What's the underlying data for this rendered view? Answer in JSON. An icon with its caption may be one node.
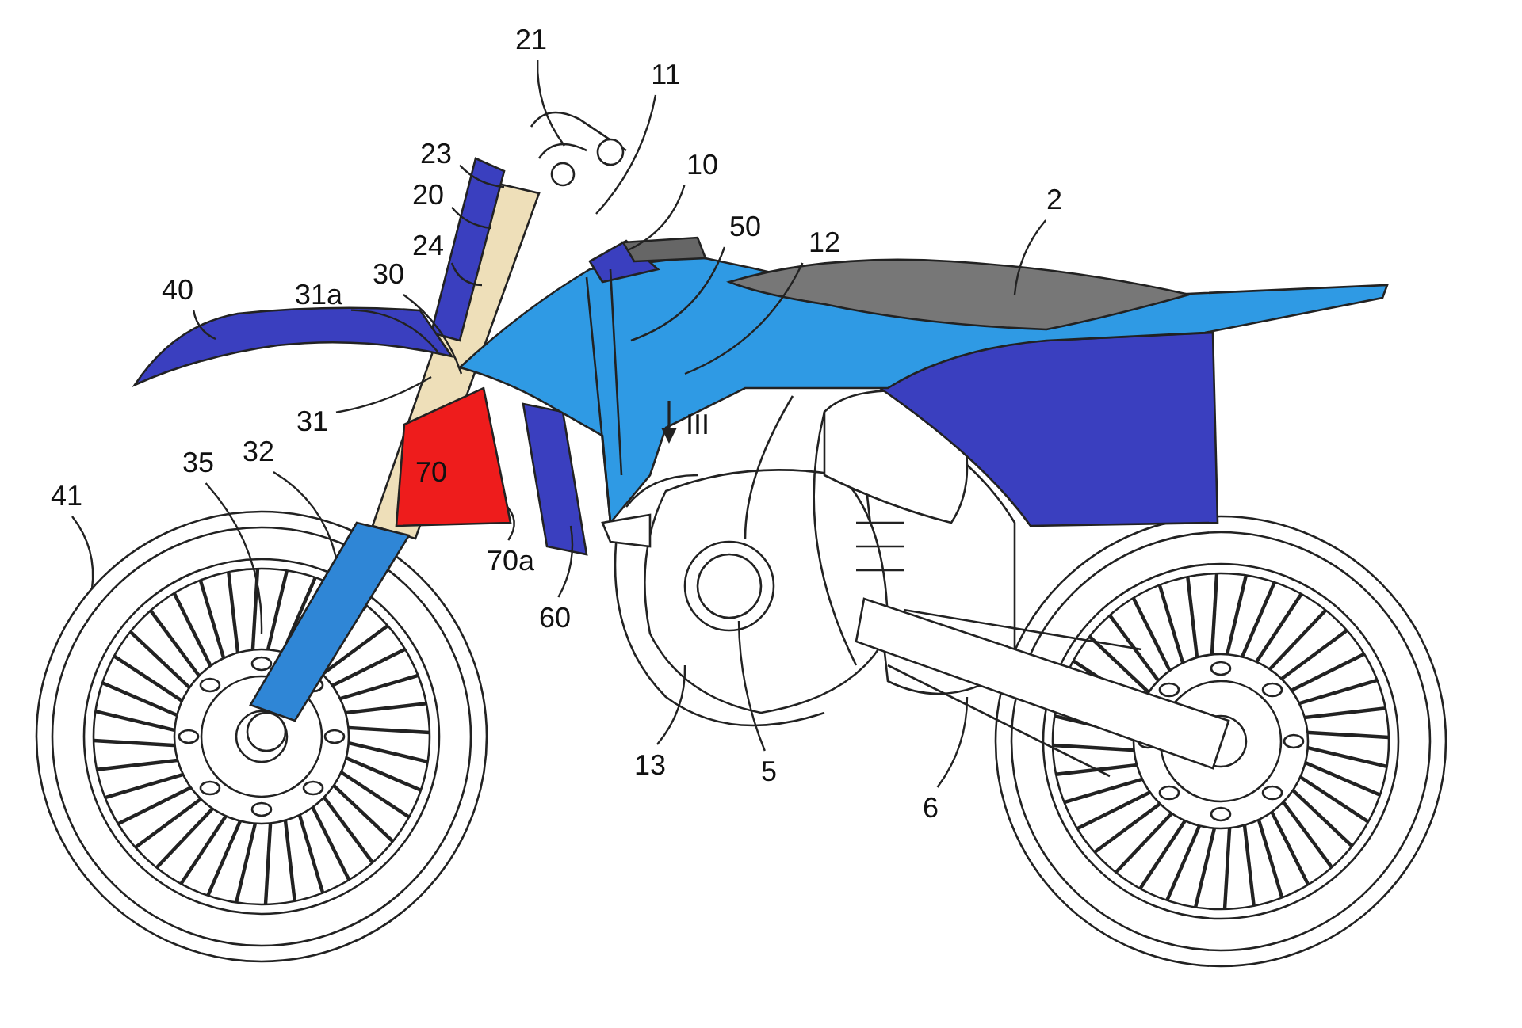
{
  "diagram": {
    "nodes": [
      {
        "text": [
          "21"
        ]
      },
      {
        "text": [
          "23"
        ]
      },
      {
        "text": [
          "11"
        ]
      },
      {
        "text": [
          "20"
        ]
      },
      {
        "text": [
          "10"
        ]
      },
      {
        "text": [
          "2"
        ]
      },
      {
        "text": [
          "50"
        ]
      },
      {
        "text": [
          "12"
        ]
      },
      {
        "text": [
          "24"
        ]
      },
      {
        "text": [
          "40"
        ]
      },
      {
        "text": [
          "31a"
        ]
      },
      {
        "text": [
          "30"
        ]
      },
      {
        "text": [
          "31"
        ]
      },
      {
        "text": [
          "35"
        ]
      },
      {
        "text": [
          "32"
        ]
      },
      {
        "text": [
          "41"
        ]
      },
      {
        "text": [
          "70a"
        ]
      },
      {
        "text": [
          "60"
        ]
      },
      {
        "text": [
          "13"
        ]
      },
      {
        "text": [
          "5"
        ]
      },
      {
        "text": [
          "6"
        ]
      },
      {
        "text": [
          "70"
        ]
      }
    ],
    "edges": [
      {
        "from": 0,
        "to": null,
        "arrow": "none"
      },
      {
        "from": 1,
        "to": null,
        "arrow": "none"
      },
      {
        "from": 2,
        "to": null,
        "arrow": "none"
      },
      {
        "from": 3,
        "to": null,
        "arrow": "none"
      },
      {
        "from": 4,
        "to": null,
        "arrow": "none"
      },
      {
        "from": 5,
        "to": null,
        "arrow": "none"
      },
      {
        "from": 6,
        "to": null,
        "arrow": "none"
      },
      {
        "from": 7,
        "to": null,
        "arrow": "none"
      },
      {
        "from": 8,
        "to": null,
        "arrow": "none"
      },
      {
        "from": 9,
        "to": null,
        "arrow": "none"
      },
      {
        "from": 10,
        "to": null,
        "arrow": "none"
      },
      {
        "from": 11,
        "to": null,
        "arrow": "none"
      },
      {
        "from": 12,
        "to": null,
        "arrow": "none"
      },
      {
        "from": 13,
        "to": null,
        "arrow": "none"
      },
      {
        "from": 14,
        "to": null,
        "arrow": "none"
      },
      {
        "from": 15,
        "to": null,
        "arrow": "none"
      },
      {
        "from": 16,
        "to": 21,
        "arrow": "none"
      },
      {
        "from": 17,
        "to": null,
        "arrow": "none"
      },
      {
        "from": 18,
        "to": null,
        "arrow": "none"
      },
      {
        "from": 19,
        "to": null,
        "arrow": "none"
      },
      {
        "from": 20,
        "to": null,
        "arrow": "none"
      }
    ],
    "labels": [
      "III"
    ]
  }
}
